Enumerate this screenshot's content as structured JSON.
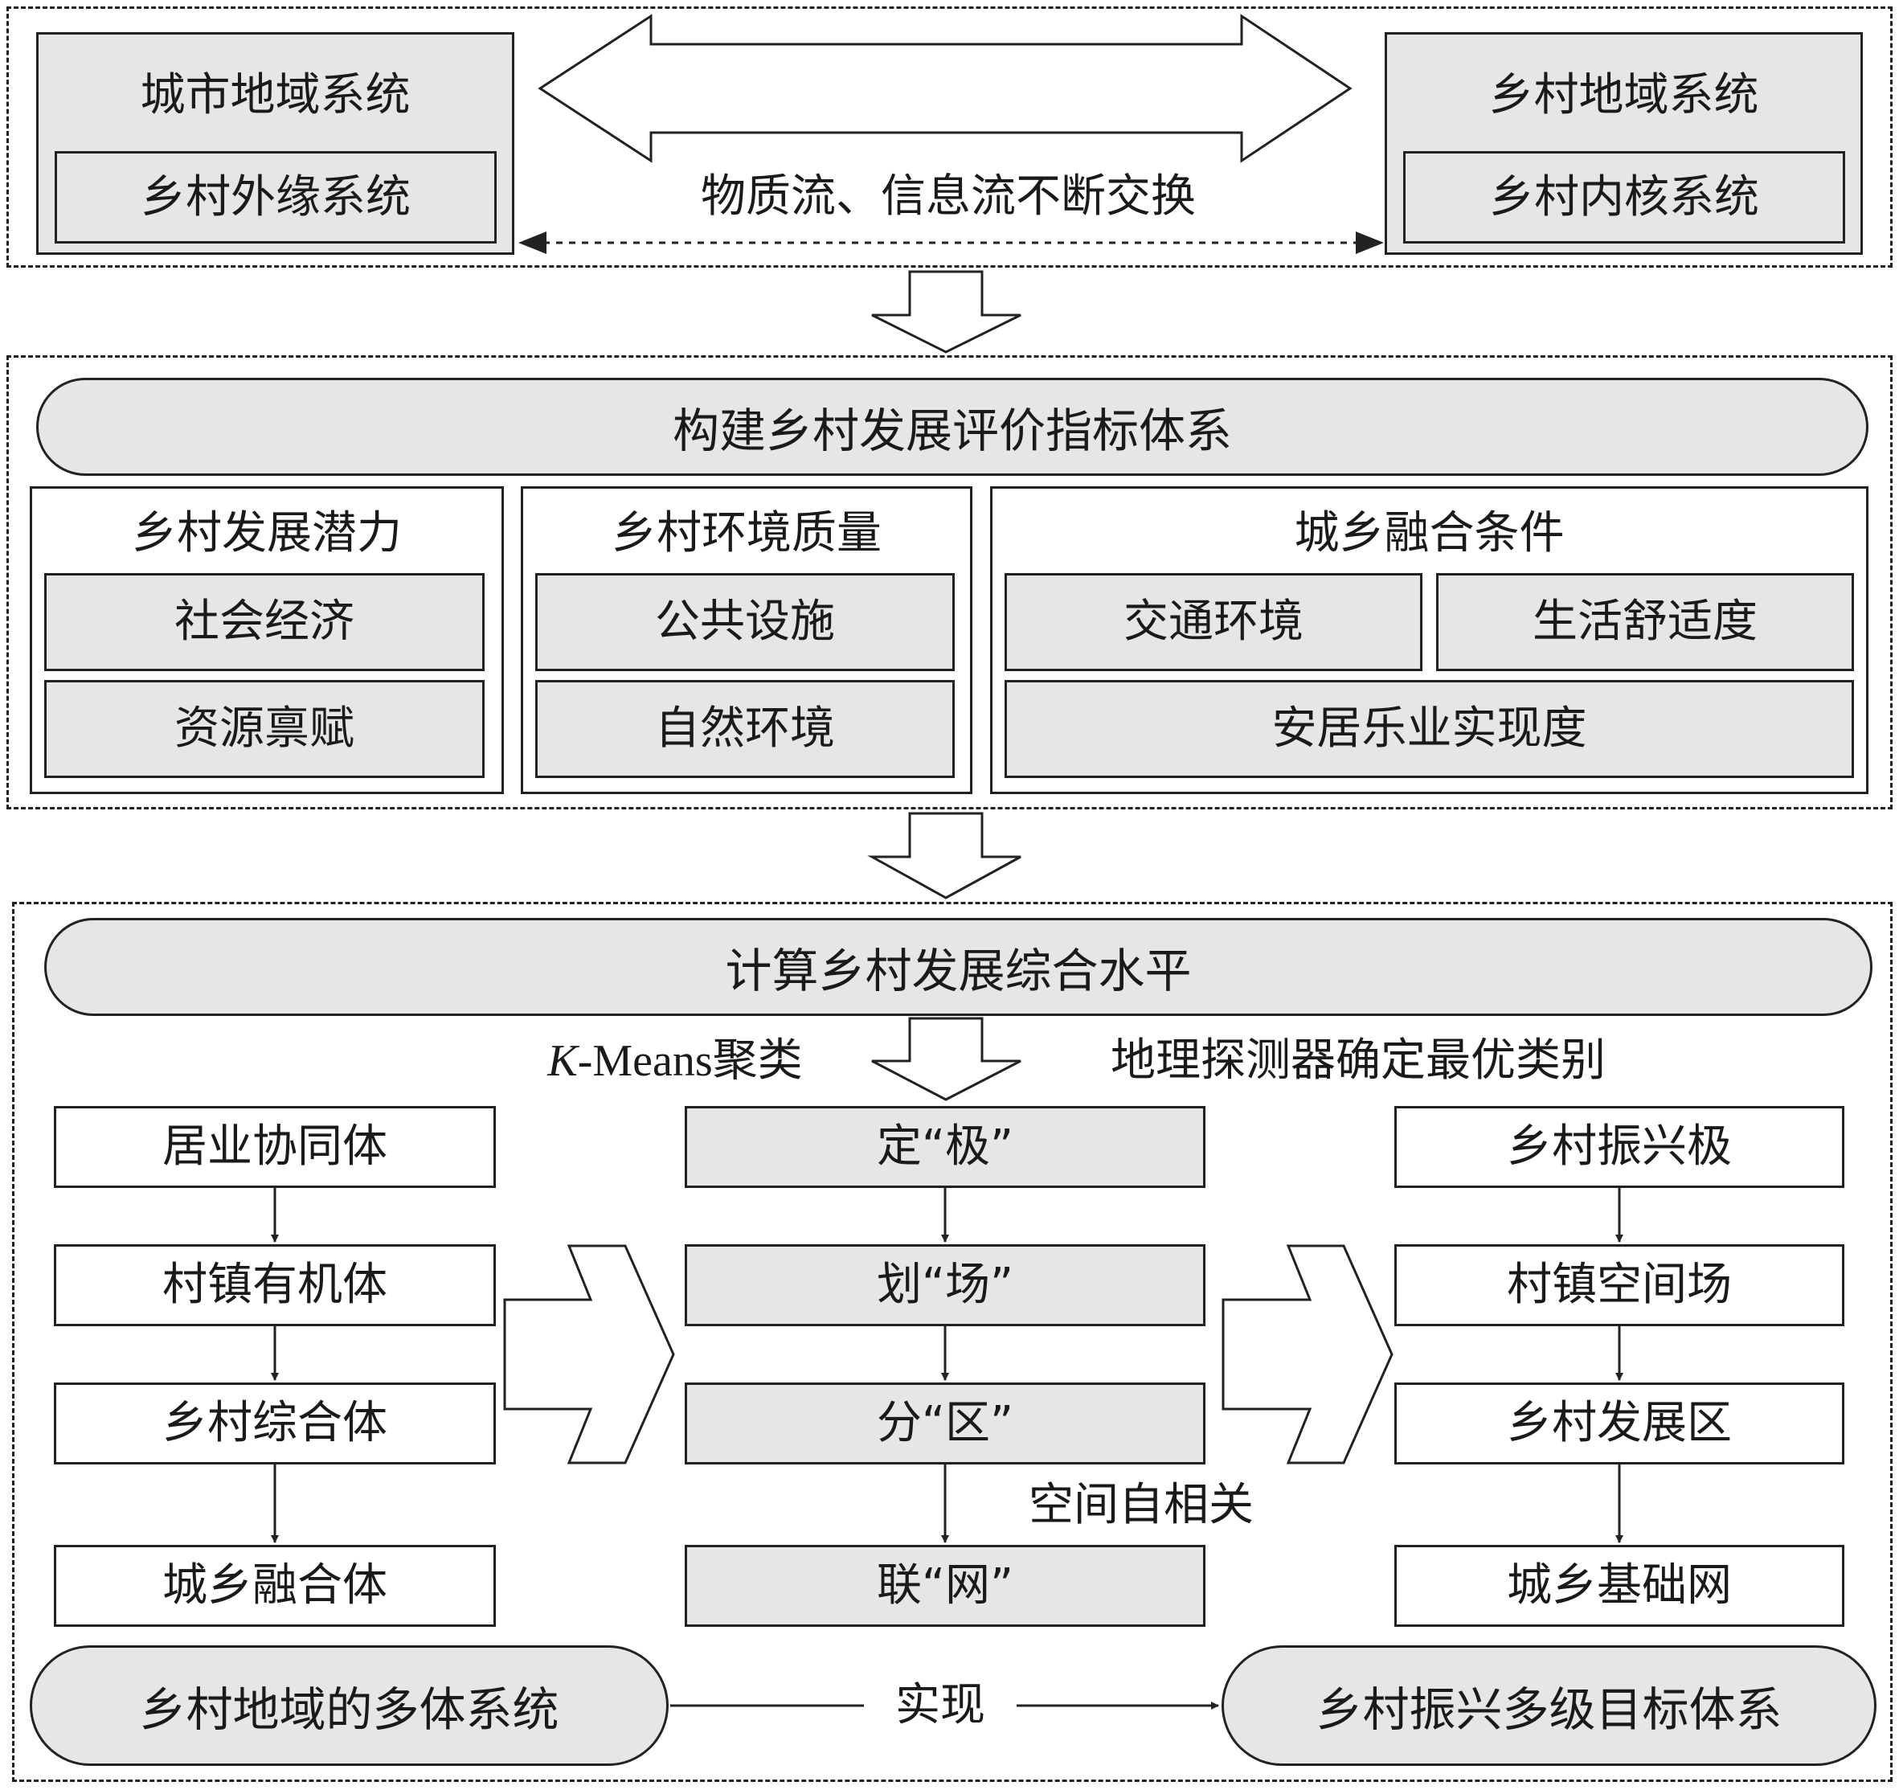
{
  "top": {
    "left_system": {
      "title": "城市地域系统",
      "inner": "乡村外缘系统"
    },
    "center": {
      "title": "城乡融合系统",
      "exchange": "物质流、信息流不断交换"
    },
    "right_system": {
      "title": "乡村地域系统",
      "inner": "乡村内核系统"
    }
  },
  "middle": {
    "header": "构建乡村发展评价指标体系",
    "groups": [
      {
        "title": "乡村发展潜力",
        "items": [
          "社会经济",
          "资源禀赋"
        ]
      },
      {
        "title": "乡村环境质量",
        "items": [
          "公共设施",
          "自然环境"
        ]
      },
      {
        "title": "城乡融合条件",
        "items": [
          "交通环境",
          "生活舒适度",
          "安居乐业实现度"
        ]
      }
    ]
  },
  "bottom": {
    "header": "计算乡村发展综合水平",
    "kmeans_italic": "K",
    "kmeans_rest": "-Means聚类",
    "geo_detector": "地理探测器确定最优类别",
    "left_chain": [
      "居业协同体",
      "村镇有机体",
      "乡村综合体",
      "城乡融合体"
    ],
    "center_chain": [
      "定“极”",
      "划“场”",
      "分“区”",
      "联“网”"
    ],
    "spatial_autocorrelation": "空间自相关",
    "right_chain": [
      "乡村振兴极",
      "村镇空间场",
      "乡村发展区",
      "城乡基础网"
    ],
    "left_goal": "乡村地域的多体系统",
    "achieve": "实现",
    "right_goal": "乡村振兴多级目标体系"
  },
  "colors": {
    "gray_fill": "#e6e6e6",
    "line": "#222222"
  }
}
